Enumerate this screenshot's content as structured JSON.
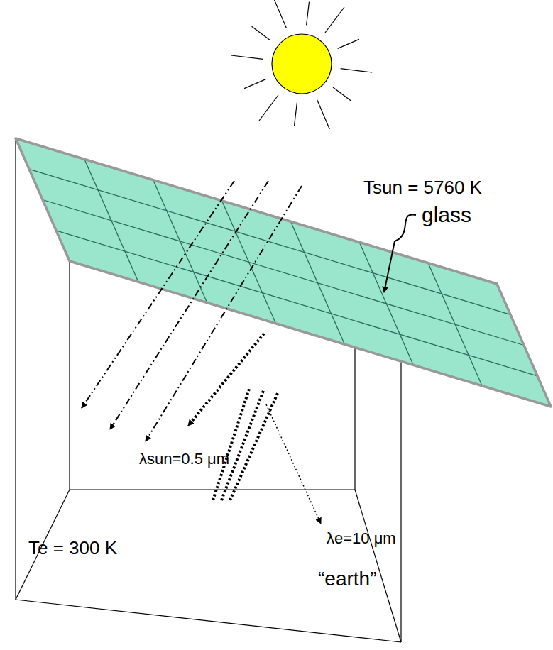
{
  "diagram": {
    "labels": [
      "Tsun = 5760 K",
      "glass",
      "λsun=0.5 μm",
      "Te = 300 K",
      "λe=10 μm",
      "“earth”"
    ]
  }
}
